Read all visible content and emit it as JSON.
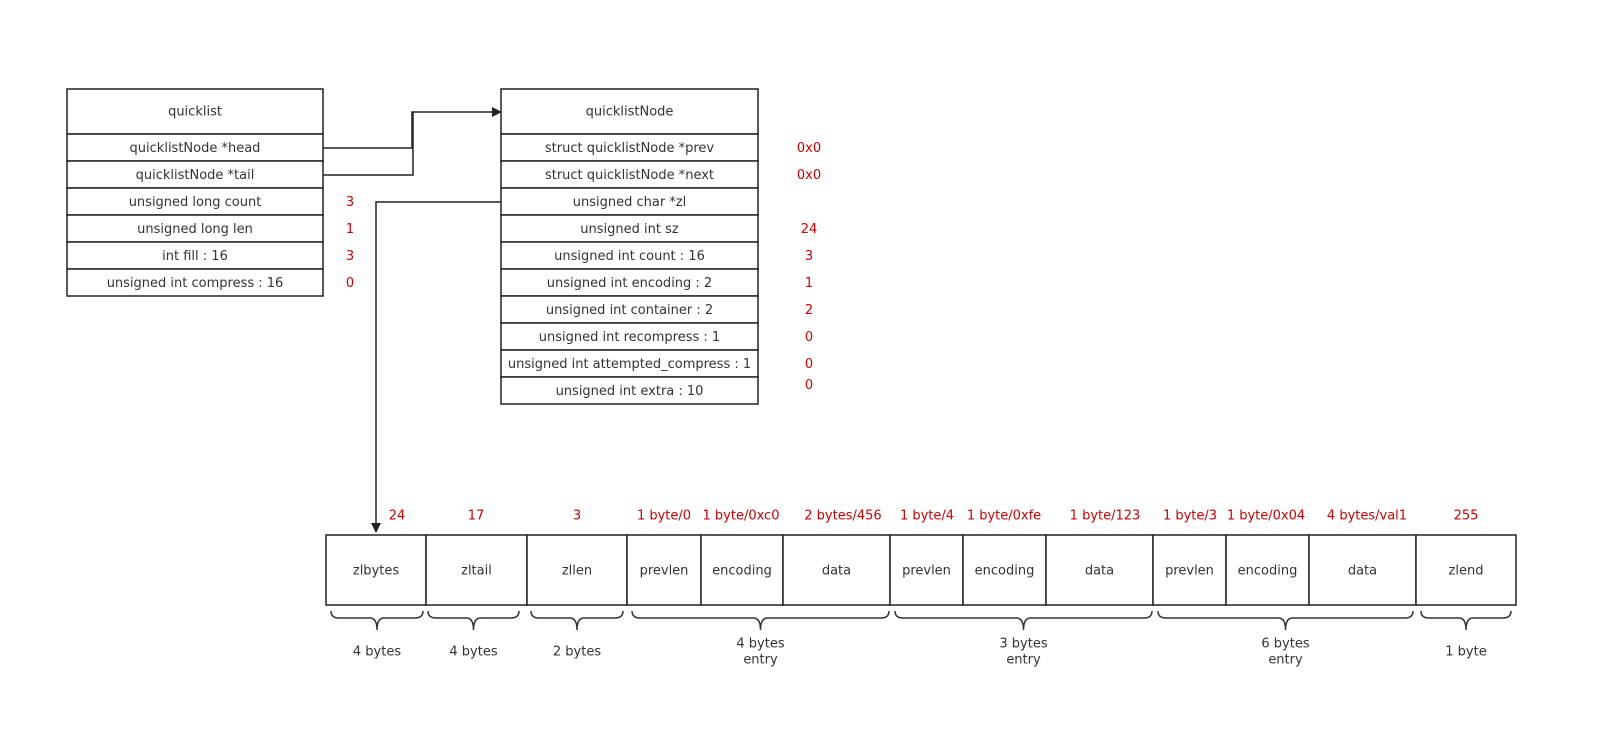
{
  "colors": {
    "value": "#cc0000",
    "label": "#333333",
    "stroke": "#222222"
  },
  "quicklist": {
    "title": "quicklist",
    "fields": [
      {
        "label": "quicklistNode *head",
        "value": ""
      },
      {
        "label": "quicklistNode *tail",
        "value": ""
      },
      {
        "label": "unsigned long count",
        "value": "3"
      },
      {
        "label": "unsigned long len",
        "value": "1"
      },
      {
        "label": "int fill : 16",
        "value": "3"
      },
      {
        "label": "unsigned int compress : 16",
        "value": "0"
      }
    ]
  },
  "quicklistNode": {
    "title": "quicklistNode",
    "fields": [
      {
        "label": "struct quicklistNode *prev",
        "value": "0x0"
      },
      {
        "label": "struct quicklistNode *next",
        "value": "0x0"
      },
      {
        "label": "unsigned char *zl",
        "value": ""
      },
      {
        "label": "unsigned int sz",
        "value": "24"
      },
      {
        "label": "unsigned int count : 16",
        "value": "3"
      },
      {
        "label": "unsigned int encoding : 2",
        "value": "1"
      },
      {
        "label": "unsigned int container : 2",
        "value": "2"
      },
      {
        "label": "unsigned int recompress : 1",
        "value": "0"
      },
      {
        "label": "unsigned int attempted_compress : 1",
        "value": "0"
      },
      {
        "label": "unsigned int extra : 10",
        "value": "0"
      }
    ]
  },
  "ziplist": {
    "cells": [
      {
        "label": "zlbytes",
        "value": "24"
      },
      {
        "label": "zltail",
        "value": "17"
      },
      {
        "label": "zllen",
        "value": "3"
      },
      {
        "label": "prevlen",
        "value": "1 byte/0"
      },
      {
        "label": "encoding",
        "value": "1 byte/0xc0"
      },
      {
        "label": "data",
        "value": "2 bytes/456"
      },
      {
        "label": "prevlen",
        "value": "1 byte/4"
      },
      {
        "label": "encoding",
        "value": "1 byte/0xfe"
      },
      {
        "label": "data",
        "value": "1 byte/123"
      },
      {
        "label": "prevlen",
        "value": "1 byte/3"
      },
      {
        "label": "encoding",
        "value": "1 byte/0x04"
      },
      {
        "label": "data",
        "value": "4 bytes/val1"
      },
      {
        "label": "zlend",
        "value": "255"
      }
    ],
    "braces": [
      {
        "lines": [
          "4  bytes"
        ]
      },
      {
        "lines": [
          "4  bytes"
        ]
      },
      {
        "lines": [
          "2  bytes"
        ]
      },
      {
        "lines": [
          "4 bytes",
          "entry"
        ]
      },
      {
        "lines": [
          "3 bytes",
          "entry"
        ]
      },
      {
        "lines": [
          "6 bytes",
          "entry"
        ]
      },
      {
        "lines": [
          "1 byte"
        ]
      }
    ]
  }
}
